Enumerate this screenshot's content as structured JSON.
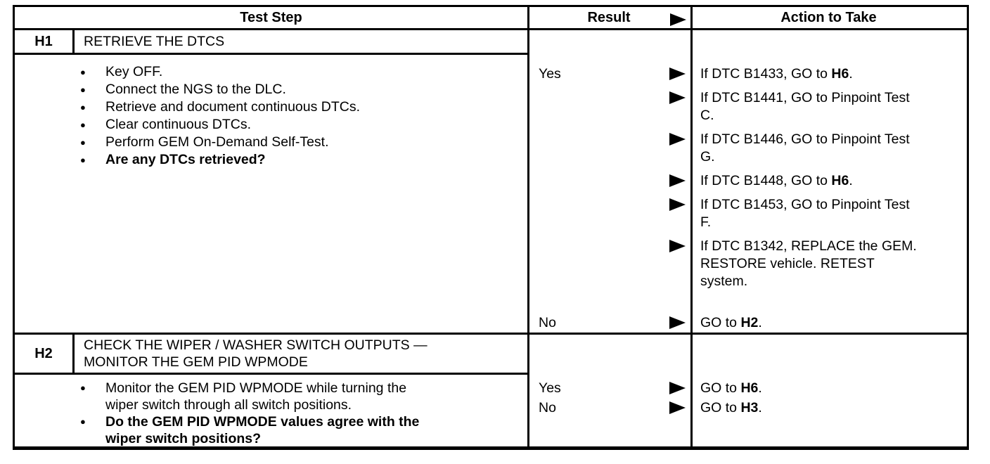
{
  "header": {
    "test_step": "Test Step",
    "result": "Result",
    "action_to_take": "Action to Take"
  },
  "icons": {
    "bullet": "●",
    "result_arrow": "black-right-triangle"
  },
  "steps": [
    {
      "id": "H1",
      "title": [
        {
          "t": "RETRIEVE THE DTCS"
        }
      ],
      "bullets": [
        [
          {
            "t": "Key OFF."
          }
        ],
        [
          {
            "t": "Connect the NGS to the DLC."
          }
        ],
        [
          {
            "t": "Retrieve and document continuous DTCs."
          }
        ],
        [
          {
            "t": "Clear continuous DTCs."
          }
        ],
        [
          {
            "t": "Perform GEM On-Demand Self-Test."
          }
        ],
        [
          {
            "t": "Are any DTCs retrieved?",
            "b": true
          }
        ]
      ],
      "entries": [
        {
          "label": "Yes",
          "text": [
            {
              "t": "If DTC B1433, GO to "
            },
            {
              "t": "H6",
              "b": true
            },
            {
              "t": "."
            }
          ]
        },
        {
          "label": "",
          "text": [
            {
              "t": "If DTC B1441, GO to Pinpoint Test"
            },
            {
              "br": true
            },
            {
              "t": "C."
            }
          ]
        },
        {
          "label": "",
          "text": [
            {
              "t": "If DTC B1446, GO to Pinpoint Test"
            },
            {
              "br": true
            },
            {
              "t": "G."
            }
          ]
        },
        {
          "label": "",
          "text": [
            {
              "t": "If DTC B1448, GO to "
            },
            {
              "t": "H6",
              "b": true
            },
            {
              "t": "."
            }
          ]
        },
        {
          "label": "",
          "text": [
            {
              "t": "If DTC B1453, GO to Pinpoint Test"
            },
            {
              "br": true
            },
            {
              "t": "F."
            }
          ]
        },
        {
          "label": "",
          "text": [
            {
              "t": "If DTC B1342, REPLACE the GEM."
            },
            {
              "br": true
            },
            {
              "t": "RESTORE vehicle. RETEST"
            },
            {
              "br": true
            },
            {
              "t": "system."
            }
          ]
        },
        {
          "label": "No",
          "text": [
            {
              "t": "GO to "
            },
            {
              "t": "H2",
              "b": true
            },
            {
              "t": "."
            }
          ]
        }
      ]
    },
    {
      "id": "H2",
      "title": [
        {
          "t": "CHECK THE WIPER / WASHER SWITCH OUTPUTS —"
        },
        {
          "br": true
        },
        {
          "t": "MONITOR THE GEM PID WPMODE"
        }
      ],
      "bullets": [
        [
          {
            "t": "Monitor the GEM PID WPMODE while turning the"
          },
          {
            "br": true
          },
          {
            "t": "wiper switch through all switch positions."
          }
        ],
        [
          {
            "t": "Do the GEM PID WPMODE values agree with the",
            "b": true
          },
          {
            "br": true
          },
          {
            "t": "wiper switch positions?",
            "b": true
          }
        ]
      ],
      "entries": [
        {
          "label": "Yes",
          "text": [
            {
              "t": "GO to "
            },
            {
              "t": "H6",
              "b": true
            },
            {
              "t": "."
            }
          ]
        },
        {
          "label": "No",
          "text": [
            {
              "t": "GO to "
            },
            {
              "t": "H3",
              "b": true
            },
            {
              "t": "."
            }
          ]
        }
      ]
    }
  ]
}
